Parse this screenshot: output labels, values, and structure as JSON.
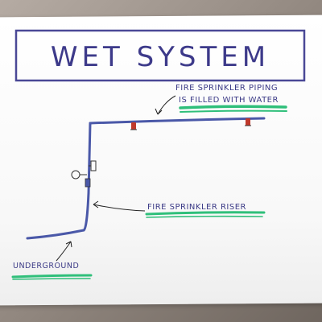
{
  "title": "WET SYSTEM",
  "labels": {
    "piping_line1": "FIRE SPRINKLER PIPING",
    "piping_line2": "IS FILLED WITH WATER",
    "riser": "FIRE SPRINKLER RISER",
    "underground": "UNDERGROUND"
  },
  "colors": {
    "ink": "#3b3a86",
    "pipe": "#4a58a8",
    "highlight": "#2fbf7a",
    "sprinkler": "#c0392b"
  }
}
